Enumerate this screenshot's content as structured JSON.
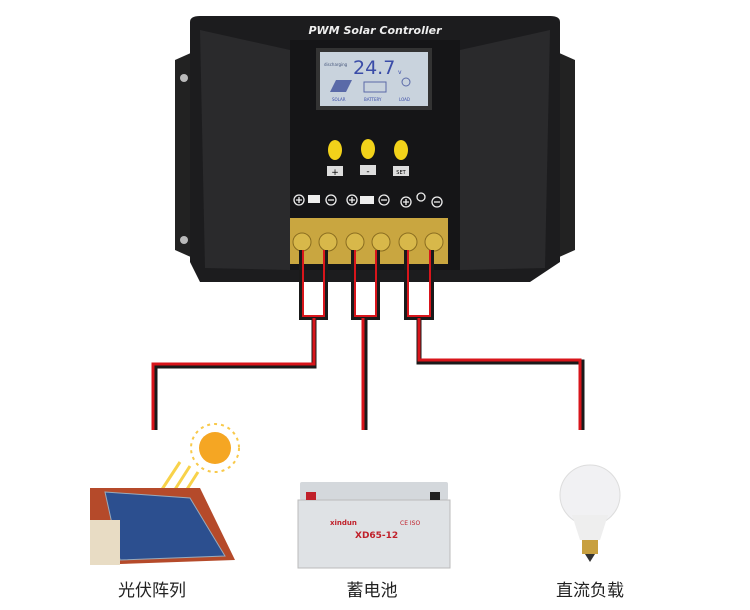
{
  "controller": {
    "title": "PWM Solar Controller",
    "lcd": {
      "status": "discharging",
      "voltage": "24.7",
      "unit": "v",
      "labels": [
        "SOLAR",
        "BATTERY",
        "LOAD"
      ]
    },
    "buttons": [
      "+",
      "-",
      "SET"
    ],
    "terminal_groups": [
      "solar",
      "battery",
      "load"
    ]
  },
  "battery": {
    "brand": "xindun",
    "model": "XD65-12",
    "marks": "CE ISO"
  },
  "labels": {
    "solar": "光伏阵列",
    "battery": "蓄电池",
    "load": "直流负载"
  },
  "colors": {
    "body": "#1c1c1e",
    "lcd": "#c9d3dd",
    "button": "#f2d21a",
    "wire_red": "#d8151b",
    "wire_black": "#1a1a1a",
    "terminal": "#c9a640"
  }
}
